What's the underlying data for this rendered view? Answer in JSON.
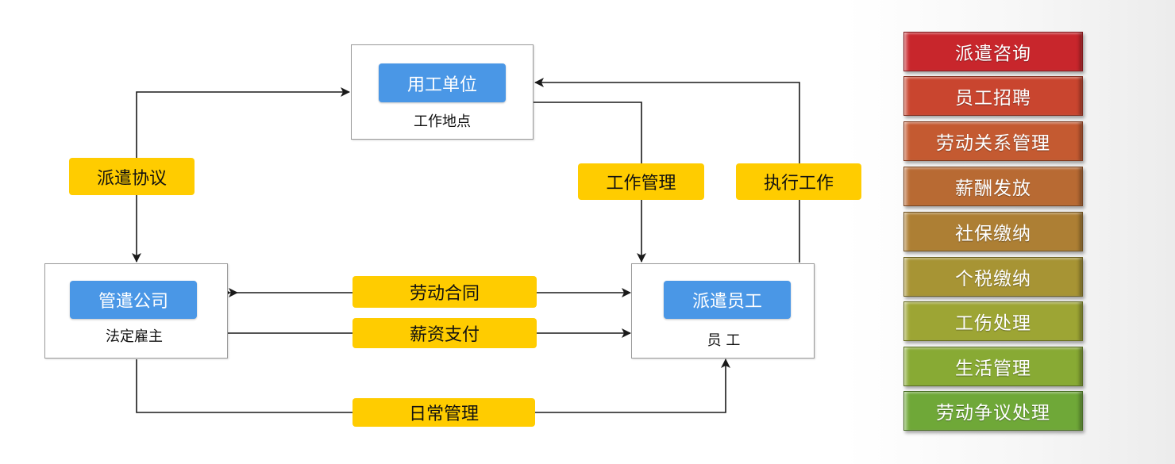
{
  "diagram": {
    "nodes": {
      "employer_unit": {
        "pill": "用工单位",
        "sub": "工作地点"
      },
      "dispatch_company": {
        "pill": "管遣公司",
        "sub": "法定雇主"
      },
      "dispatched_staff": {
        "pill": "派遣员工",
        "sub": "员 工"
      }
    },
    "edge_labels": {
      "dispatch_agreement": "派遣协议",
      "work_management": "工作管理",
      "execute_work": "执行工作",
      "labor_contract": "劳动合同",
      "salary_payment": "薪资支付",
      "daily_management": "日常管理"
    }
  },
  "services": {
    "items": [
      {
        "label": "派遣咨询",
        "color": "#c8262c"
      },
      {
        "label": "员工招聘",
        "color": "#c9452f"
      },
      {
        "label": "劳动关系管理",
        "color": "#c45a31"
      },
      {
        "label": "薪酬发放",
        "color": "#b86a33"
      },
      {
        "label": "社保缴纳",
        "color": "#ad7f34"
      },
      {
        "label": "个税缴纳",
        "color": "#a79434"
      },
      {
        "label": "工伤处理",
        "color": "#9da534"
      },
      {
        "label": "生活管理",
        "color": "#88aa34"
      },
      {
        "label": "劳动争议处理",
        "color": "#6fa838"
      }
    ]
  },
  "colors": {
    "node_pill": "#4a97e6",
    "edge_label_bg": "#ffcc00",
    "line": "#1a1a1a"
  }
}
